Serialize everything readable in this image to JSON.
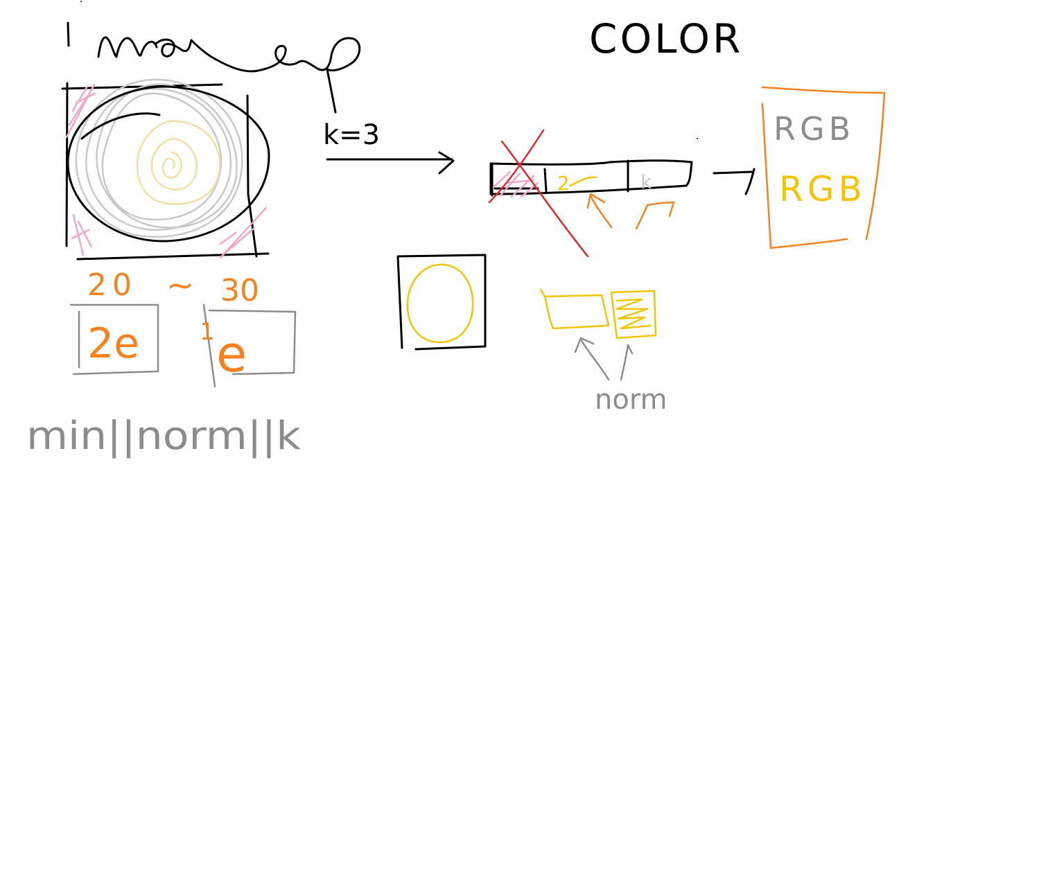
{
  "colors": {
    "black": "#000000",
    "gray": "#8c8c8c",
    "light_gray": "#c8c8c8",
    "orange": "#f5821f",
    "yellow": "#f5c400",
    "pale_yellow": "#efe0a6",
    "pink": "#f4a6c8",
    "red": "#e0262a"
  },
  "labels": {
    "title_left": "Image",
    "title_right": "COLOR",
    "k_label": "k=3",
    "bin_2": "2",
    "bin_3": "k",
    "range_left": "20",
    "range_tilde": "~",
    "range_right": "30",
    "small_box_1": "2e",
    "small_box_2_num": "1",
    "small_box_2": "e",
    "formula": "min||norm||k",
    "rgb_top": "RGB",
    "rgb_bottom": "RGB",
    "norm_label": "norm"
  }
}
